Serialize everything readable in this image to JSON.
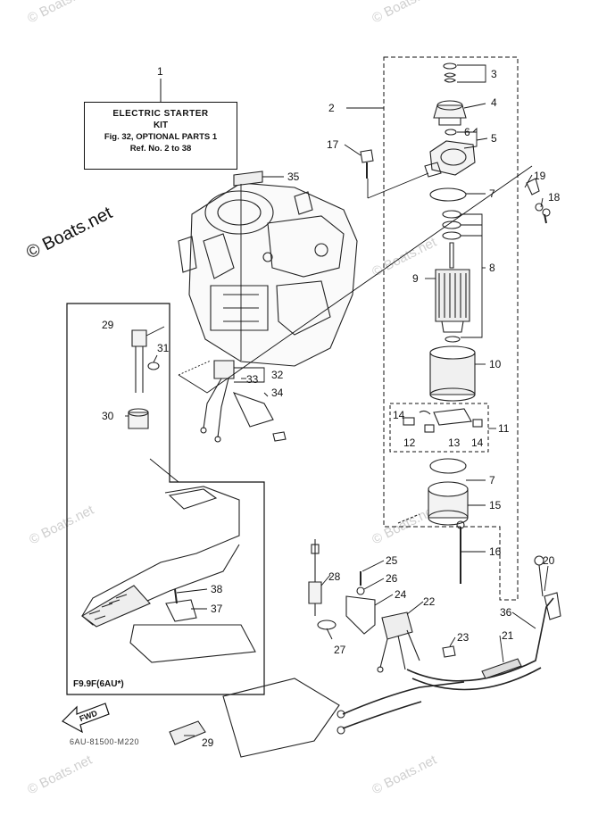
{
  "kit_box": {
    "line1": "ELECTRIC  STARTER",
    "line2": "KIT",
    "line3": "Fig. 32, OPTIONAL PARTS 1",
    "line4": "Ref. No. 2 to 38"
  },
  "watermark": {
    "main": "© Boats.net",
    "faded": "© Boats.net"
  },
  "model_label": "F9.9F(6AU*)",
  "fwd_label": "FWD",
  "ref_code": "6AU-81500-M220",
  "callouts": {
    "c1": "1",
    "c2": "2",
    "c3": "3",
    "c4": "4",
    "c5": "5",
    "c6": "6",
    "c7a": "7",
    "c7b": "7",
    "c8": "8",
    "c9": "9",
    "c10": "10",
    "c11": "11",
    "c12": "12",
    "c13": "13",
    "c14a": "14",
    "c14b": "14",
    "c15": "15",
    "c16": "16",
    "c17": "17",
    "c18": "18",
    "c19": "19",
    "c20": "20",
    "c21": "21",
    "c22": "22",
    "c23": "23",
    "c24": "24",
    "c25": "25",
    "c26": "26",
    "c27": "27",
    "c28": "28",
    "c29a": "29",
    "c29b": "29",
    "c30": "30",
    "c31": "31",
    "c32": "32",
    "c33": "33",
    "c34": "34",
    "c35": "35",
    "c36": "36",
    "c37": "37",
    "c38": "38"
  }
}
